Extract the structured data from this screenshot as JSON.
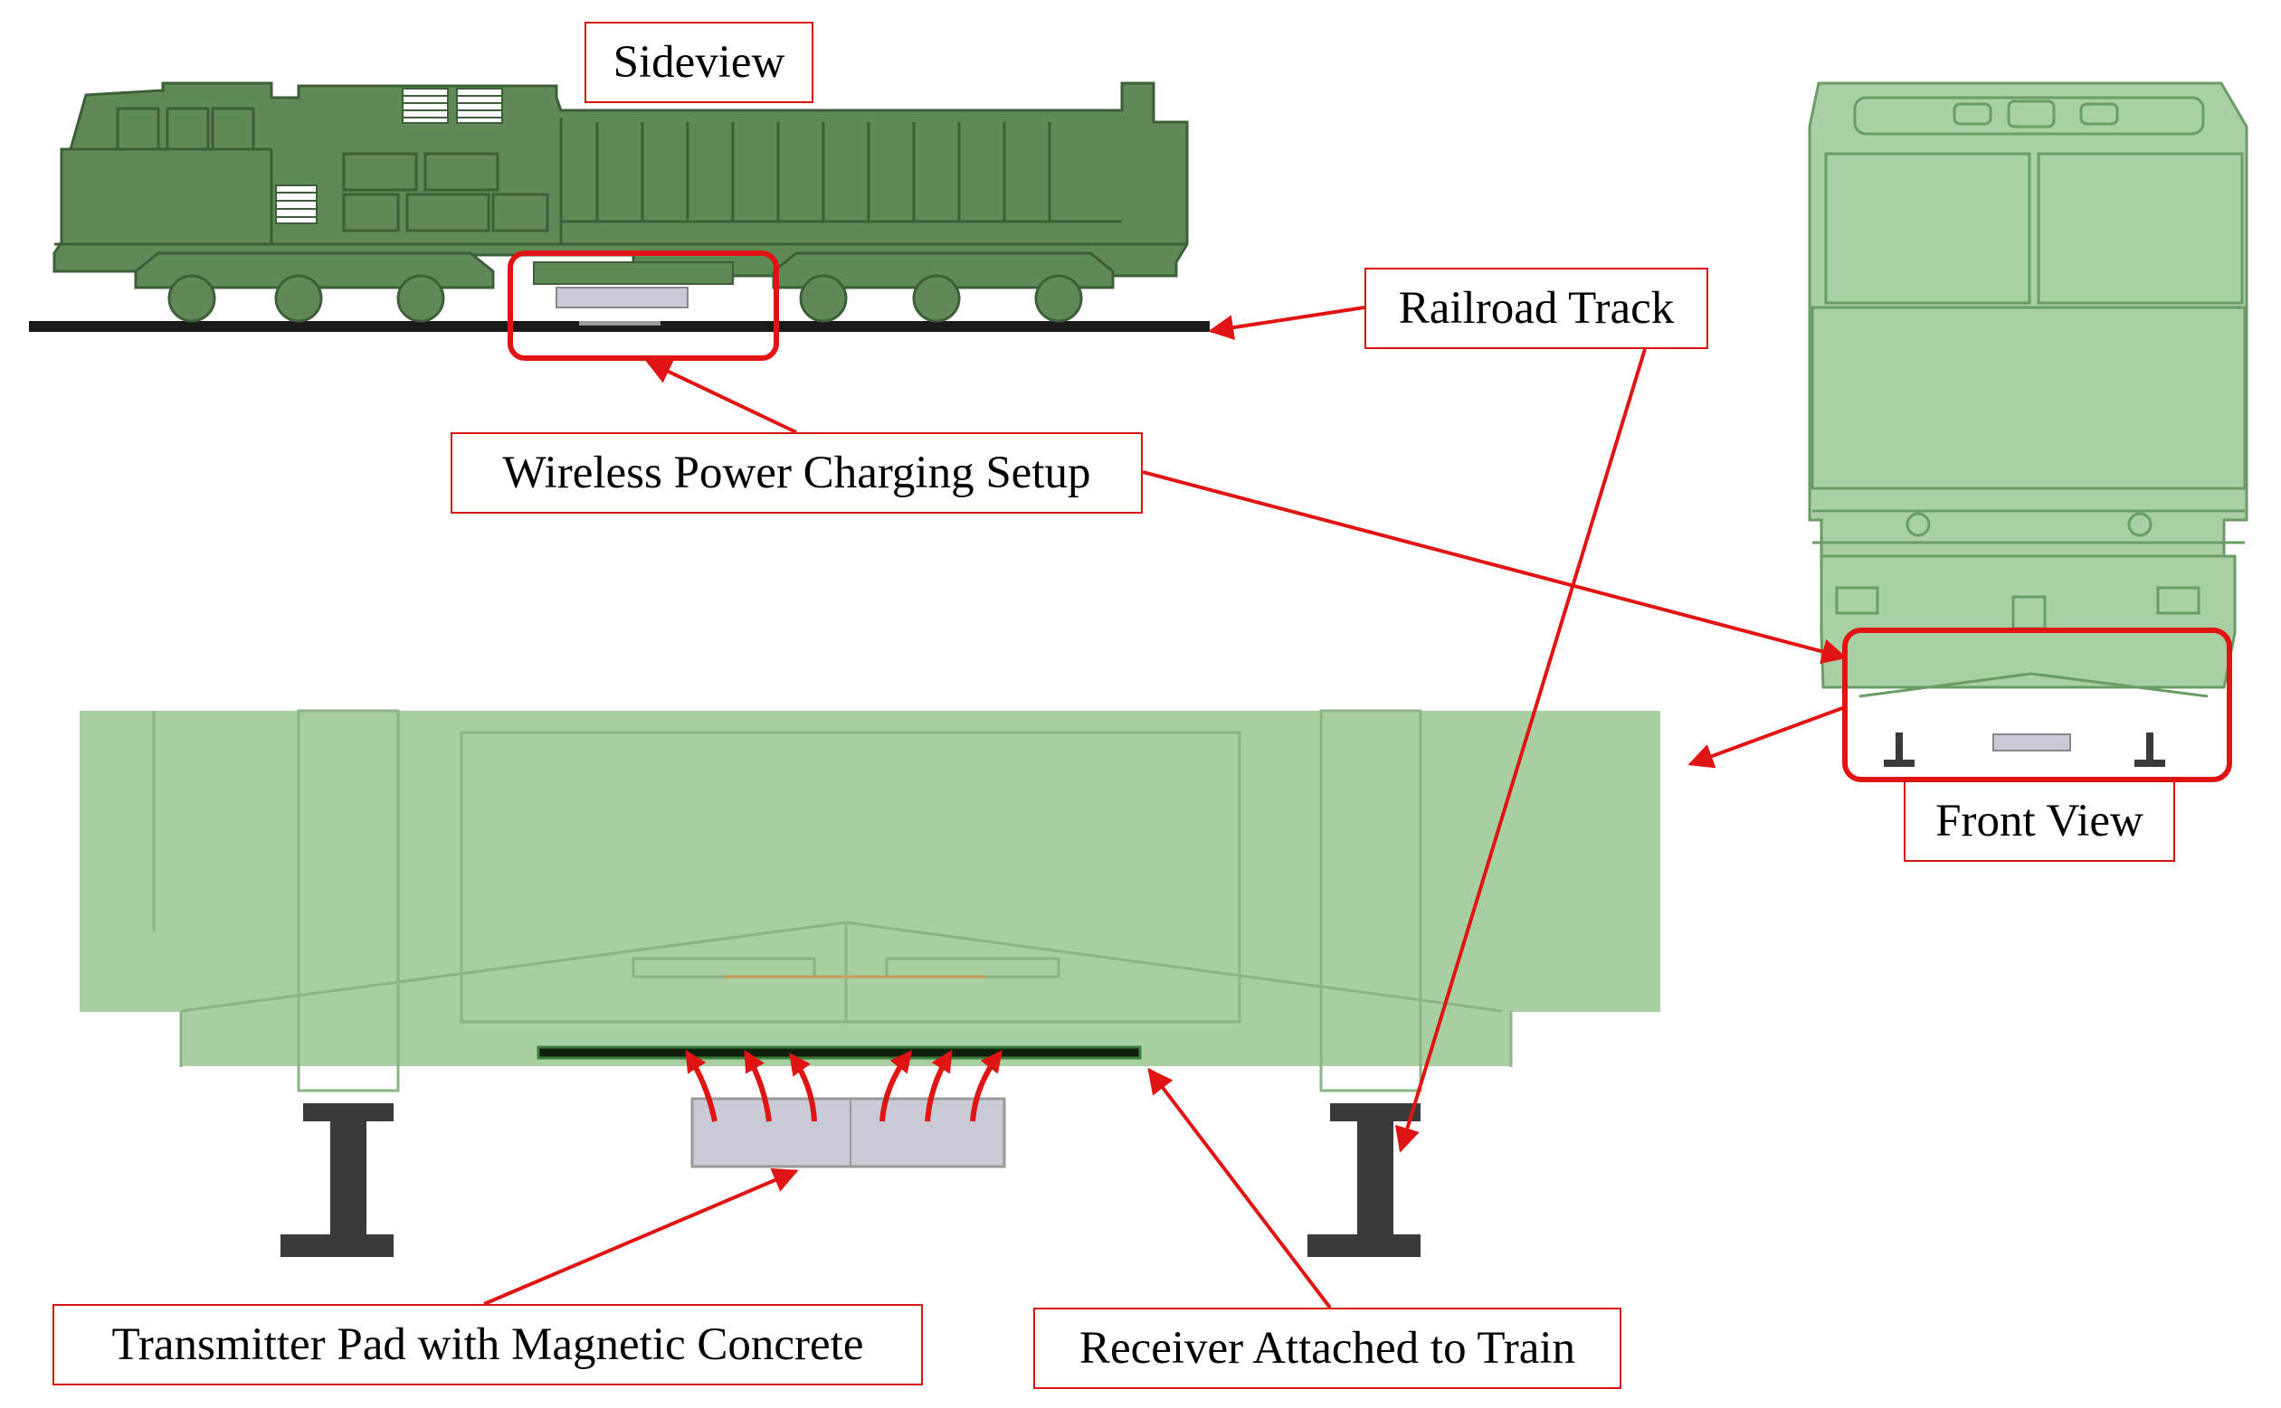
{
  "labels": {
    "sideview": "Sideview",
    "railroad_track": "Railroad Track",
    "wireless_setup": "Wireless Power Charging Setup",
    "front_view": "Front View",
    "transmitter_pad": "Transmitter Pad with Magnetic Concrete",
    "receiver": "Receiver Attached to Train"
  },
  "colors": {
    "locomotive_green": "#5f8a58",
    "locomotive_dark": "#3d5e38",
    "translucent_green": "#a8d0a4",
    "highlight_red": "#e11414",
    "track_black": "#1a1a1a",
    "transmitter_gray": "#c9cad6",
    "rail_gray": "#3a3a3a"
  }
}
